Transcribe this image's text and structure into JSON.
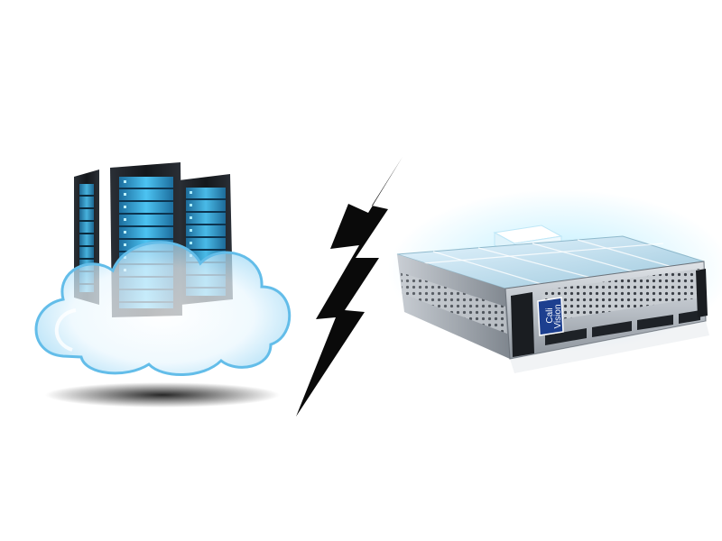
{
  "scene": {
    "left_illustration": "cloud-server-racks",
    "divider": "lightning-bolt-icon",
    "right_illustration": "rack-server-appliance"
  },
  "appliance": {
    "brand_line1": "Cali",
    "brand_line2": "Vision"
  },
  "colors": {
    "background": "#ffffff",
    "cloud_blue": "#6fc3ee",
    "rack_dark": "#1b1f24",
    "rack_light_blue": "#3fb4e6",
    "bolt": "#0a0a0a",
    "brand_badge": "#1d3f8f"
  }
}
